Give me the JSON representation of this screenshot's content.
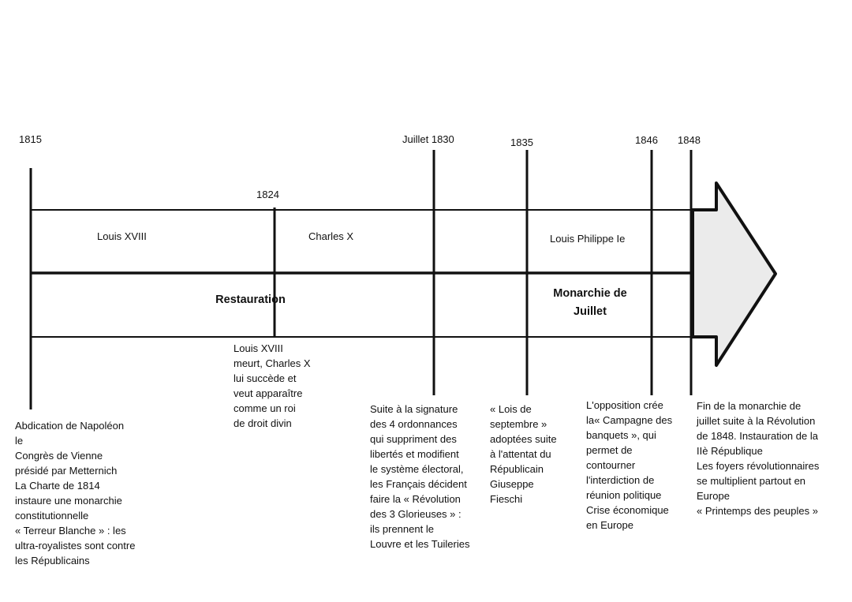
{
  "years": {
    "y1815": "1815",
    "y1824": "1824",
    "y1830": "Juillet 1830",
    "y1835": "1835",
    "y1846": "1846",
    "y1848": "1848"
  },
  "reigns": {
    "louis18": "Louis XVIII",
    "charles10": "Charles X",
    "louisphilippe": "Louis Philippe Ie"
  },
  "periods": {
    "restauration": "Restauration",
    "monarchie": "Monarchie de\nJuillet"
  },
  "events": {
    "e1815": "Abdication de Napoléon\nle\nCongrès de Vienne\nprésidé par Metternich\nLa Charte de 1814\ninstaure une monarchie\nconstitutionnelle\n« Terreur Blanche » : les\nultra-royalistes sont contre\nles Républicains",
    "e1824": "Louis XVIII\nmeurt, Charles X\nlui succède et\nveut apparaître\ncomme un roi\nde droit divin",
    "e1830": "Suite à la signature\ndes 4 ordonnances\nqui suppriment des\nlibertés et modifient\nle système électoral,\nles Français décident\nfaire la « Révolution\ndes 3 Glorieuses » :\nils prennent le\nLouvre et les Tuileries",
    "e1835": "« Lois de\nseptembre »\nadoptées suite\nà l'attentat du\nRépublicain\nGiuseppe\nFieschi",
    "e1846": "L'opposition crée\nla« Campagne des\nbanquets », qui\npermet de\ncontourner\nl'interdiction de\nréunion politique\nCrise économique\nen Europe",
    "e1848": "Fin de la monarchie de\njuillet suite à la Révolution\nde 1848. Instauration de la\nIIè République\nLes foyers révolutionnaires\nse multiplient partout en\nEurope\n« Printemps des peuples »"
  }
}
